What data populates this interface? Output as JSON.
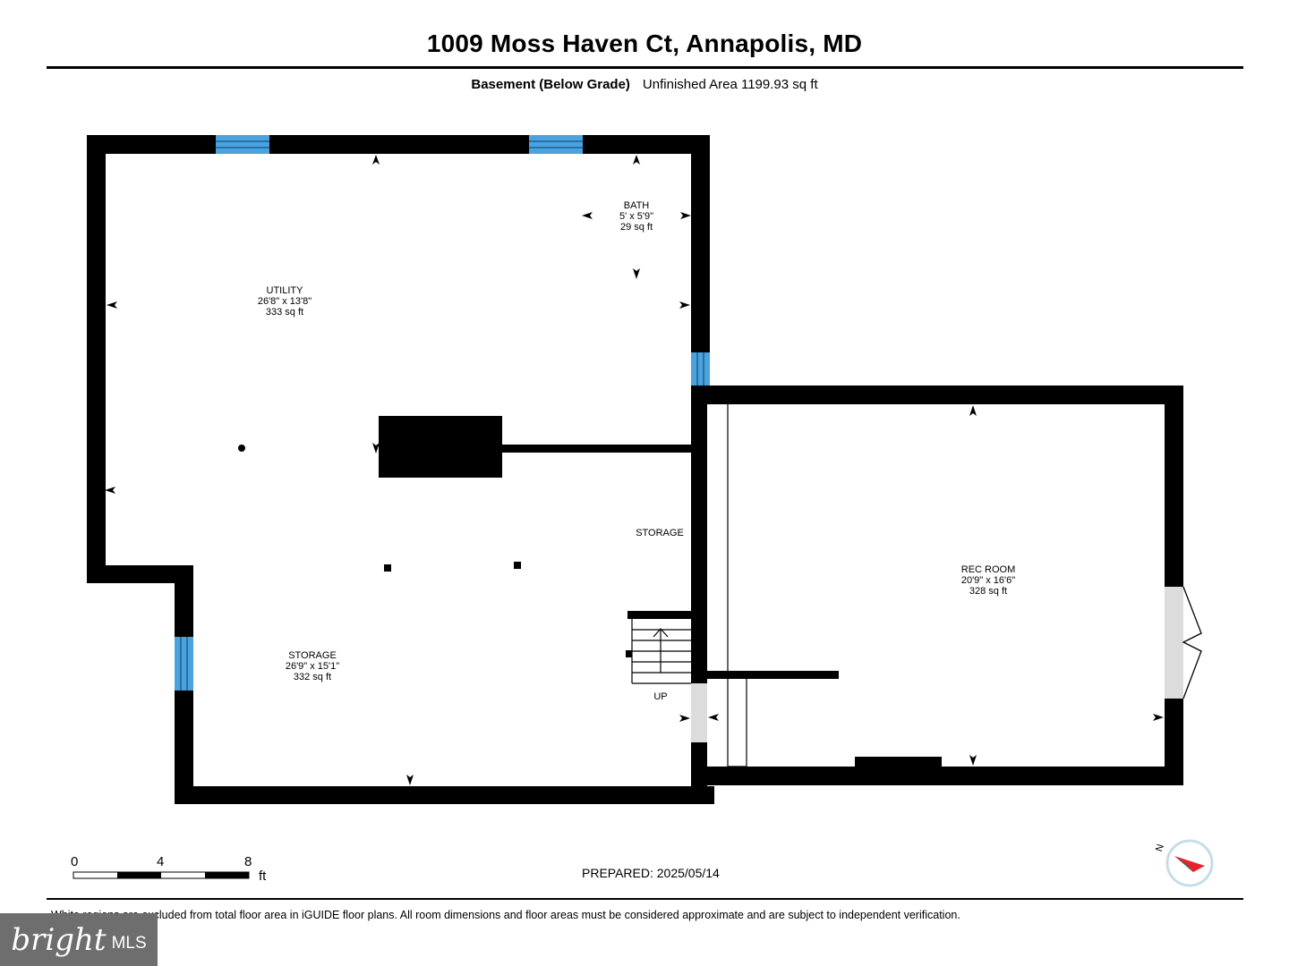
{
  "header": {
    "title": "1009 Moss Haven Ct, Annapolis, MD",
    "level": "Basement (Below Grade)",
    "area": "Unfinished Area 1199.93 sq ft"
  },
  "rooms": {
    "utility": {
      "name": "UTILITY",
      "dims": "26'8\" x 13'8\"",
      "area": "333 sq ft"
    },
    "bath": {
      "name": "BATH",
      "dims": "5' x 5'9\"",
      "area": "29 sq ft"
    },
    "storage_main": {
      "name": "STORAGE",
      "dims": "26'9\" x 15'1\"",
      "area": "332 sq ft"
    },
    "storage_small": {
      "name": "STORAGE"
    },
    "rec_room": {
      "name": "REC ROOM",
      "dims": "20'9\" x 16'6\"",
      "area": "328 sq ft"
    },
    "stairs": {
      "label": "UP"
    }
  },
  "scale": {
    "ticks": [
      "0",
      "4",
      "8"
    ],
    "unit": "ft"
  },
  "compass": {
    "label": "N"
  },
  "footer": {
    "prepared": "PREPARED: 2025/05/14",
    "disclaimer": "White regions are excluded from total floor area in iGUIDE floor plans. All room dimensions and floor areas must be considered approximate and are subject to independent verification."
  },
  "logo": {
    "brand": "bright",
    "suffix": "MLS"
  },
  "colors": {
    "wall": "#000000",
    "window": "#4aa3df",
    "opening": "#dcdcdc",
    "compass_arrow": "#e8212b"
  }
}
